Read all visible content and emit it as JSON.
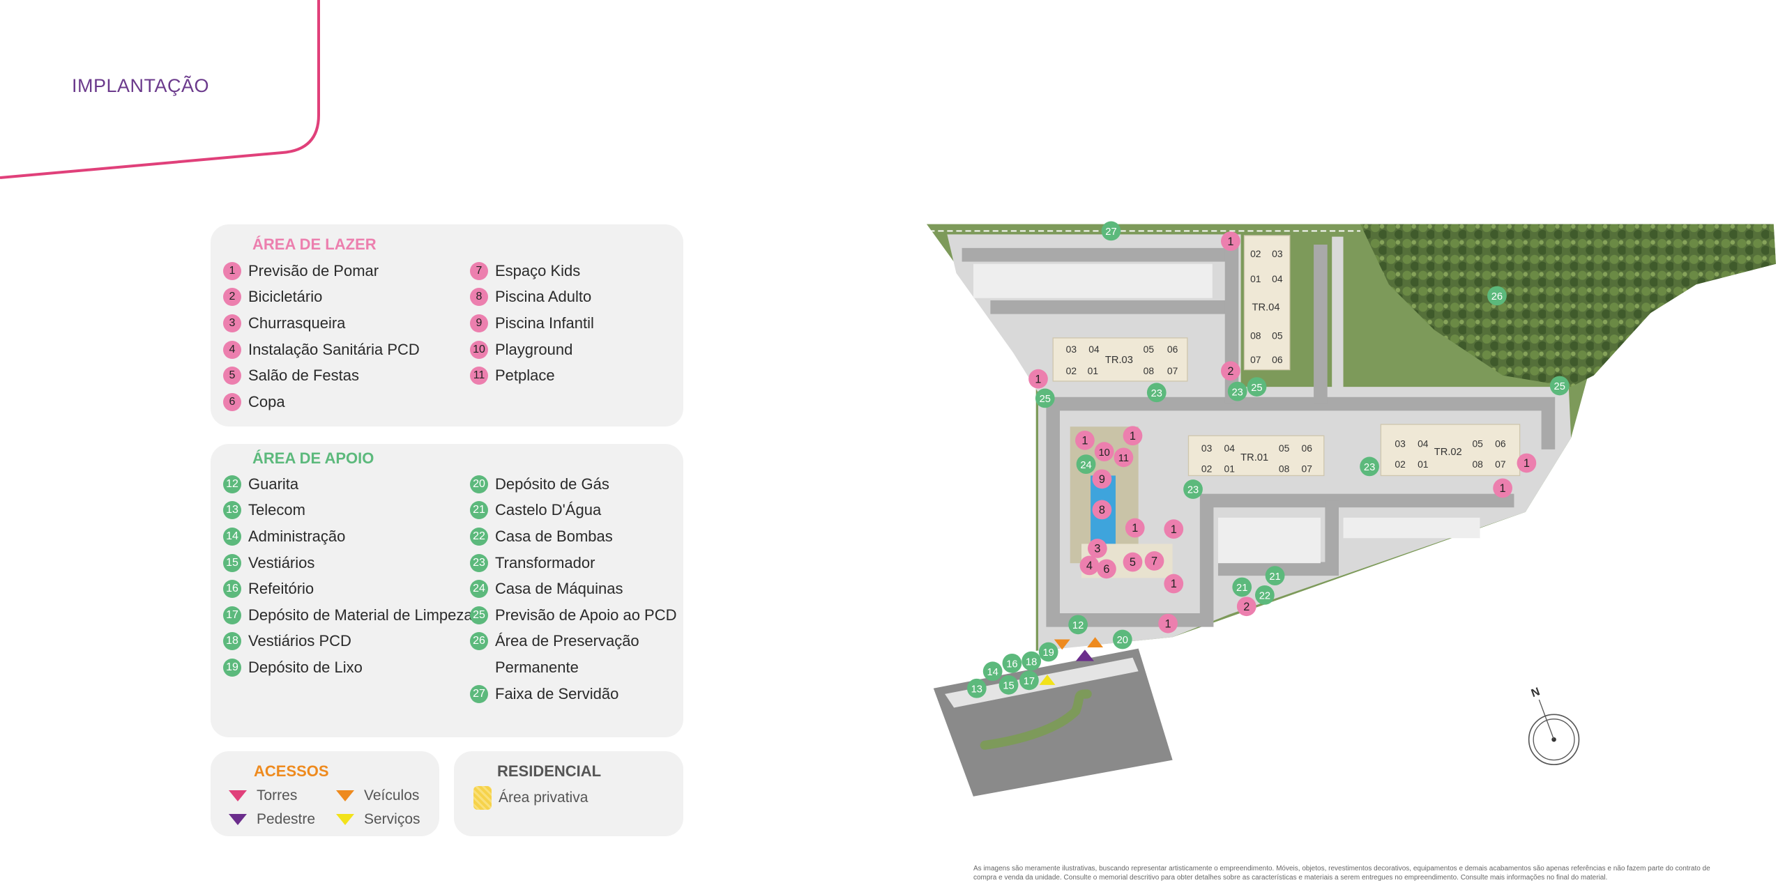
{
  "header": {
    "title": "IMPLANTAÇÃO"
  },
  "lazer": {
    "heading": "ÁREA DE LAZER",
    "items": [
      {
        "n": "1",
        "label": "Previsão de Pomar"
      },
      {
        "n": "2",
        "label": "Bicicletário"
      },
      {
        "n": "3",
        "label": "Churrasqueira"
      },
      {
        "n": "4",
        "label": "Instalação Sanitária PCD"
      },
      {
        "n": "5",
        "label": "Salão de Festas"
      },
      {
        "n": "6",
        "label": "Copa"
      },
      {
        "n": "7",
        "label": "Espaço Kids"
      },
      {
        "n": "8",
        "label": "Piscina Adulto"
      },
      {
        "n": "9",
        "label": "Piscina Infantil"
      },
      {
        "n": "10",
        "label": "Playground"
      },
      {
        "n": "11",
        "label": "Petplace"
      }
    ]
  },
  "apoio": {
    "heading": "ÁREA DE APOIO",
    "items": [
      {
        "n": "12",
        "label": "Guarita"
      },
      {
        "n": "13",
        "label": "Telecom"
      },
      {
        "n": "14",
        "label": "Administração"
      },
      {
        "n": "15",
        "label": "Vestiários"
      },
      {
        "n": "16",
        "label": "Refeitório"
      },
      {
        "n": "17",
        "label": "Depósito de Material de Limpeza"
      },
      {
        "n": "18",
        "label": "Vestiários PCD"
      },
      {
        "n": "19",
        "label": "Depósito de Lixo"
      },
      {
        "n": "20",
        "label": "Depósito de Gás"
      },
      {
        "n": "21",
        "label": "Castelo D'Água"
      },
      {
        "n": "22",
        "label": "Casa de Bombas"
      },
      {
        "n": "23",
        "label": "Transformador"
      },
      {
        "n": "24",
        "label": "Casa de Máquinas"
      },
      {
        "n": "25",
        "label": "Previsão de Apoio ao PCD"
      },
      {
        "n": "26",
        "label": "Área de Preservação",
        "label2": "Permanente"
      },
      {
        "n": "27",
        "label": "Faixa de Servidão"
      }
    ]
  },
  "acessos": {
    "heading": "ACESSOS",
    "items": [
      {
        "label": "Torres",
        "color": "#e0407a"
      },
      {
        "label": "Pedestre",
        "color": "#6b2d8c"
      },
      {
        "label": "Veículos",
        "color": "#ee8a1e"
      },
      {
        "label": "Serviços",
        "color": "#f2e21a"
      }
    ]
  },
  "residencial": {
    "heading": "RESIDENCIAL",
    "items": [
      {
        "label": "Área privativa"
      }
    ]
  },
  "map": {
    "towers": [
      {
        "name": "TR.03",
        "units": [
          "03",
          "04",
          "05",
          "06",
          "02",
          "01",
          "08",
          "07"
        ]
      },
      {
        "name": "TR.04",
        "units": [
          "02",
          "03",
          "01",
          "04",
          "08",
          "05",
          "07",
          "06"
        ]
      },
      {
        "name": "TR.01",
        "units": [
          "03",
          "04",
          "05",
          "06",
          "02",
          "01",
          "08",
          "07"
        ]
      },
      {
        "name": "TR.02",
        "units": [
          "03",
          "04",
          "05",
          "06",
          "02",
          "01",
          "08",
          "07"
        ]
      }
    ],
    "compass_label": "N",
    "markers_lazer": [
      "1",
      "1",
      "2",
      "1",
      "1",
      "10",
      "11",
      "9",
      "8",
      "1",
      "1",
      "3",
      "4",
      "6",
      "5",
      "7",
      "1",
      "2",
      "1",
      "1",
      "1"
    ],
    "markers_apoio": [
      "27",
      "26",
      "25",
      "23",
      "23",
      "25",
      "25",
      "24",
      "23",
      "23",
      "21",
      "21",
      "22",
      "12",
      "20",
      "19",
      "18",
      "16",
      "14",
      "17",
      "15",
      "13"
    ]
  },
  "footer": {
    "disclaimer": "As imagens são meramente ilustrativas, buscando representar artisticamente o empreendimento. Móveis, objetos, revestimentos decorativos, equipamentos e demais acabamentos são apenas referências e não fazem parte do contrato de compra e venda da unidade. Consulte o memorial descritivo para obter detalhes sobre as características e materiais a serem entregues no empreendimento. Consulte mais informações no final do material."
  },
  "colors": {
    "pink": "#ec7fae",
    "green": "#5cb97c",
    "title": "#6b3a8c",
    "frame": "#e0407a",
    "acessos": "#ee8a1e"
  }
}
